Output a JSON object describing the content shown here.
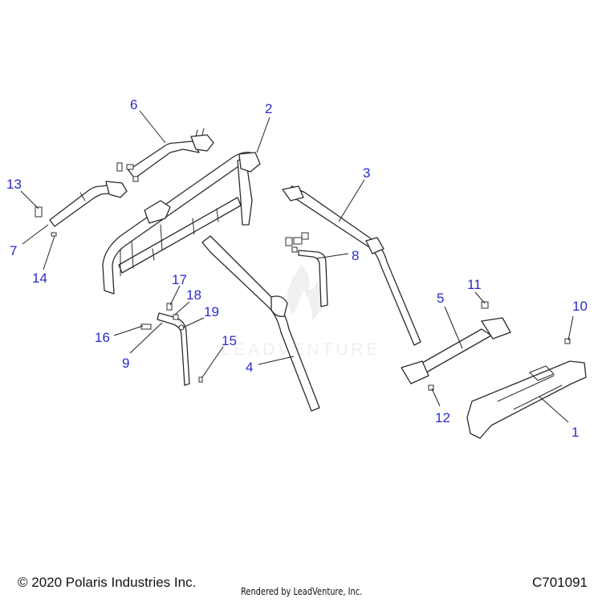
{
  "callouts": {
    "c1": "1",
    "c2": "2",
    "c3": "3",
    "c4": "4",
    "c5": "5",
    "c6": "6",
    "c7": "7",
    "c8": "8",
    "c9": "9",
    "c10": "10",
    "c11": "11",
    "c12": "12",
    "c13": "13",
    "c14": "14",
    "c15": "15",
    "c16": "16",
    "c17": "17",
    "c18": "18",
    "c19": "19"
  },
  "watermark": "LEADVENTURE",
  "footer": {
    "copyright": "© 2020 Polaris Industries Inc.",
    "rendered_by": "Rendered by LeadVenture, Inc.",
    "diagram_code": "C701091"
  },
  "colors": {
    "callout": "#2a2ad0",
    "line": "#2b2b2b",
    "watermark": "#e6e6e6"
  }
}
